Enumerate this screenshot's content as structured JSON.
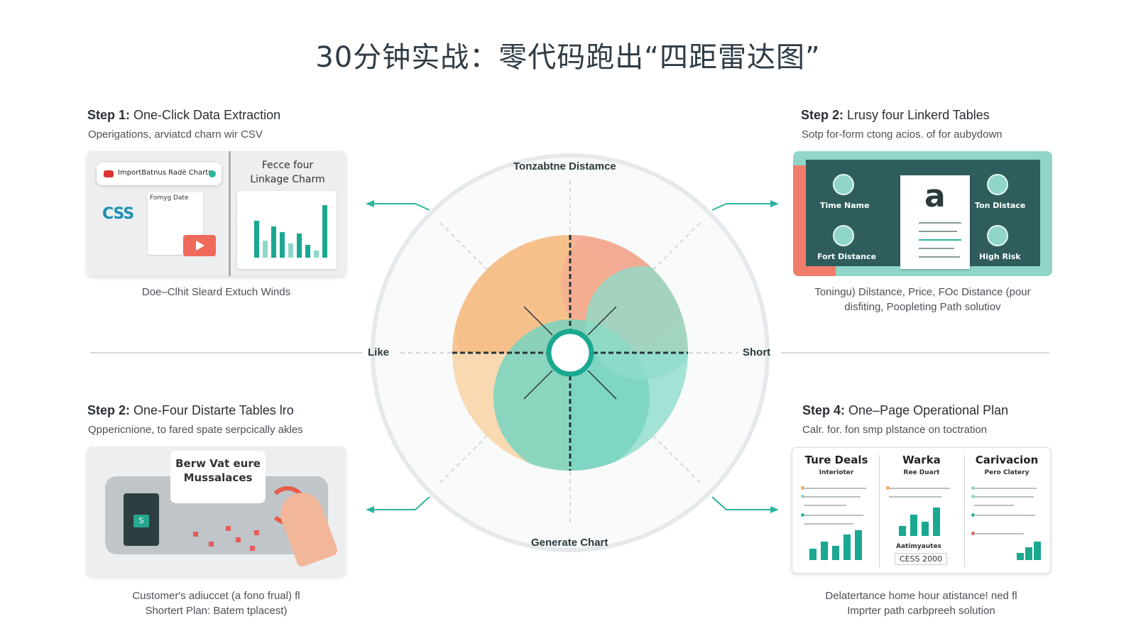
{
  "title": "30分钟实战：零代码跑出“四距雷达图”",
  "center": {
    "top_label": "Tonzabtne Distamce",
    "left_label": "Like",
    "right_label": "Short",
    "bottom_label": "Generate Chart",
    "colors": {
      "peach": "#f7c08c",
      "salmon": "#f6a88e",
      "teal": "#7fd8c4",
      "ring": "#1aa890"
    }
  },
  "step1": {
    "label": "Step 1:",
    "title": "One-Click Data Extraction",
    "subtitle": "Operigations, arviatcd charn wir CSV",
    "pill_text": "ImportBatnus Radè Charts",
    "panel_title_1": "Fecce four",
    "panel_title_2": "Linkage Charm",
    "table_label": "Fomyg Date",
    "csv_text": "CSS",
    "caption": "Doe–Clhit Sleard Extuch Winds",
    "bars": [
      0.65,
      0.3,
      0.55,
      0.45,
      0.25,
      0.42,
      0.22,
      0.12,
      0.92
    ]
  },
  "step2": {
    "label": "Step 2:",
    "title": "Lrusy four Linkerd Tables",
    "subtitle": "Sotp for-form ctong acios. of for aubydown",
    "doc_letter": "a",
    "icon_labels": [
      "Time Name",
      "Ton Distace",
      "Fort Distance",
      "High Risk"
    ],
    "caption_1": "Toningu) Dilstance, Price, FOc Distance (pour",
    "caption_2": "disfiting, Poopleting Path solutiov"
  },
  "step3": {
    "label": "Step 2:",
    "title": "One-Four Distarte Tables lro",
    "subtitle": "Qppericnione, to fared spate serpcically akles",
    "bubble_1": "Berw Vat eure",
    "bubble_2": "Mussalaces",
    "file_letter": "S",
    "caption_1": "Customer's adiuccet (a fono frual) fl",
    "caption_2": "Shortert Plan: Batem tplacest)"
  },
  "step4": {
    "label": "Step 4:",
    "title": "One–Page Operational Plan",
    "subtitle": "Calr. for. fon smp plstance on toctration",
    "columns": [
      {
        "head": "Ture Deals",
        "sub": "Interioter"
      },
      {
        "head": "Warka",
        "sub": "Ree Duart"
      },
      {
        "head": "Carivacion",
        "sub": "Pero Clatery"
      }
    ],
    "note": "Aatimyautes",
    "value": "CESS 2000",
    "caption_1": "Delatertance home hour atistance! ned fl",
    "caption_2": "Imprter path carbpreeh solution"
  }
}
